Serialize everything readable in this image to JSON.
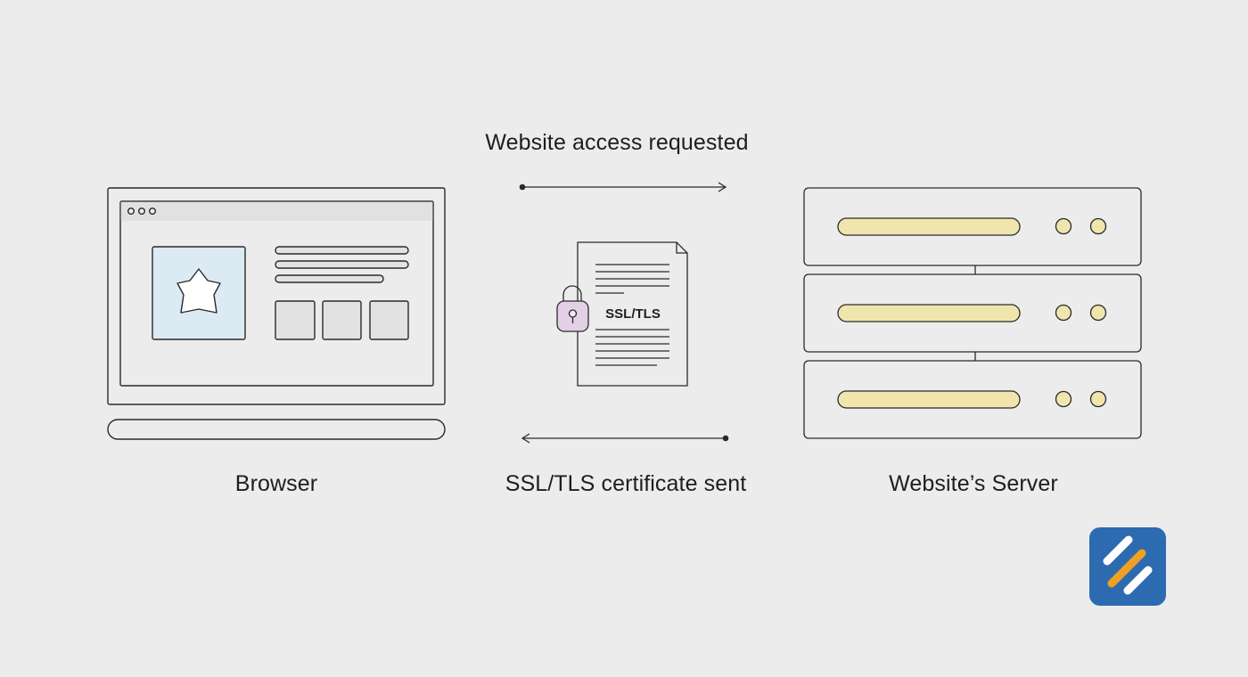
{
  "labels": {
    "request": "Website access requested",
    "browser": "Browser",
    "certificate_sent": "SSL/TLS certificate sent",
    "server": "Website’s Server"
  },
  "document": {
    "badge_text": "SSL/TLS"
  },
  "colors": {
    "background": "#ececec",
    "stroke": "#2a2a2a",
    "image_placeholder": "#dceaf3",
    "thumbnail": "#e2e2e2",
    "server_bar": "#f0e6ad",
    "lock": "#e3cfe6",
    "logo_blue": "#2d6bb1",
    "logo_orange": "#f0a022"
  },
  "icons": {
    "browser": "laptop-browser-icon",
    "certificate": "ssl-certificate-document-icon",
    "lock": "padlock-icon",
    "server": "server-rack-icon",
    "logo": "brand-logo-icon"
  }
}
